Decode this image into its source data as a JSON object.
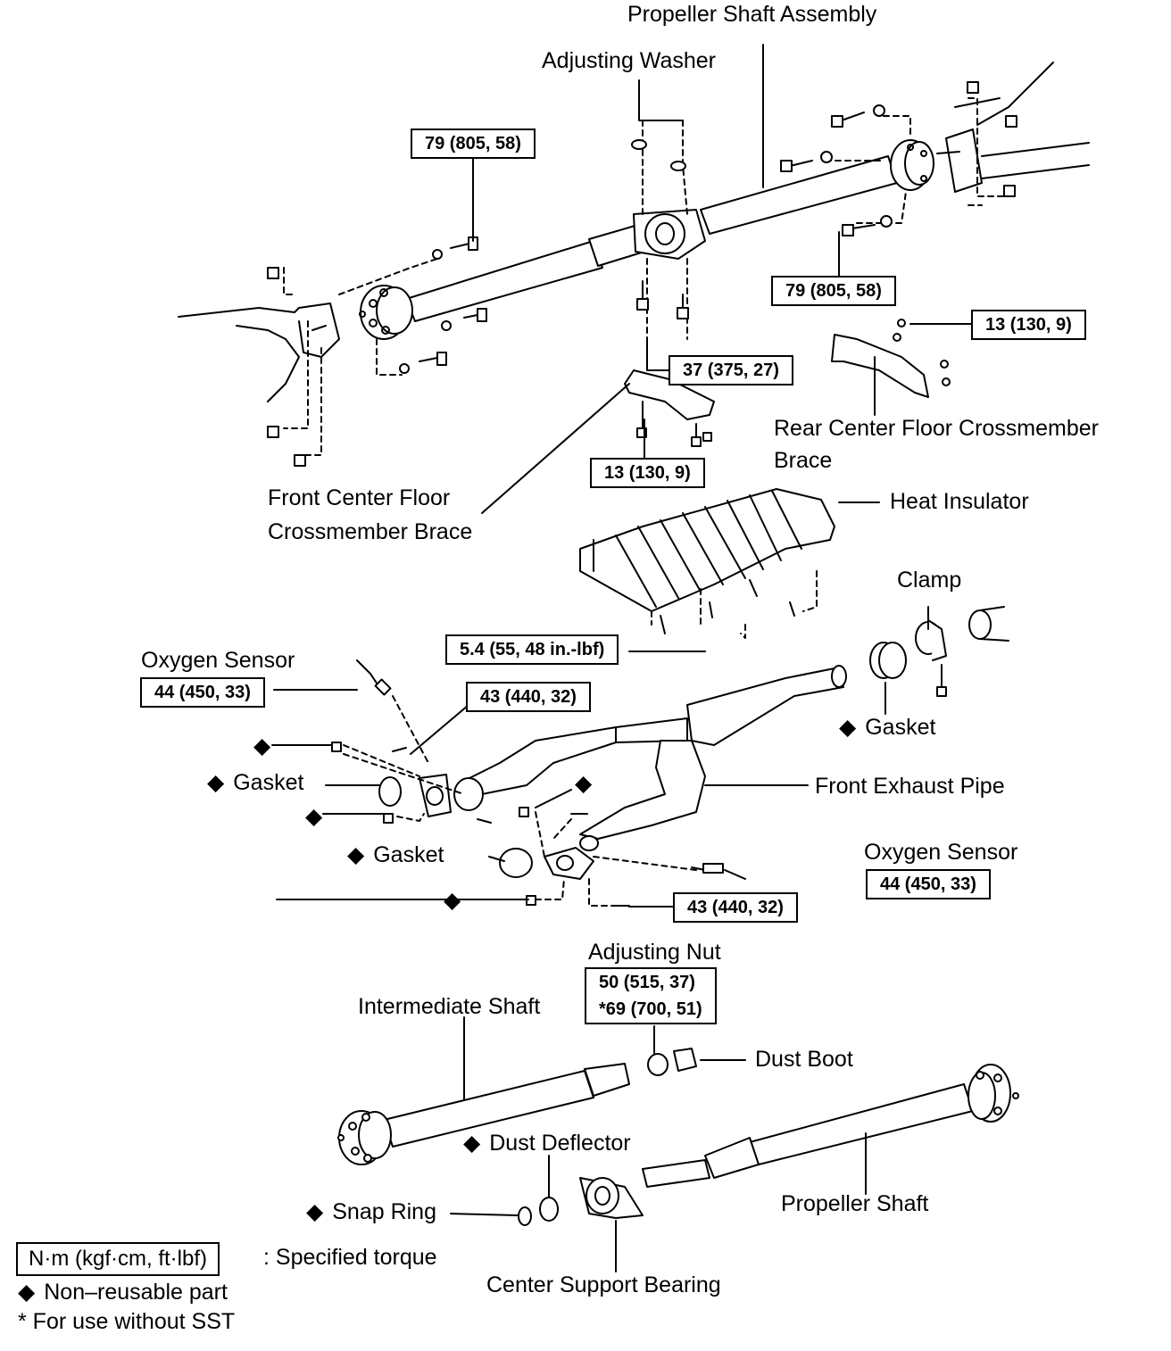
{
  "labels": {
    "propeller_shaft_assembly": "Propeller Shaft Assembly",
    "adjusting_washer": "Adjusting Washer",
    "rear_center_floor_crossmember_brace_1": "Rear Center Floor Crossmember",
    "rear_center_floor_crossmember_brace_2": "Brace",
    "front_center_floor_crossmember_brace_1": "Front Center Floor",
    "front_center_floor_crossmember_brace_2": "Crossmember Brace",
    "heat_insulator": "Heat Insulator",
    "clamp": "Clamp",
    "oxygen_sensor_front": "Oxygen Sensor",
    "oxygen_sensor_rear": "Oxygen Sensor",
    "gasket_right": "Gasket",
    "gasket_left_upper": "Gasket",
    "gasket_left_lower": "Gasket",
    "front_exhaust_pipe": "Front Exhaust Pipe",
    "adjusting_nut": "Adjusting Nut",
    "intermediate_shaft": "Intermediate Shaft",
    "dust_boot": "Dust Boot",
    "dust_deflector": "Dust Deflector",
    "snap_ring": "Snap Ring",
    "propeller_shaft": "Propeller Shaft",
    "center_support_bearing": "Center Support Bearing"
  },
  "torques": {
    "flange_front": "79 (805, 58)",
    "flange_rear": "79 (805, 58)",
    "center_bearing_bolts": "37 (375, 27)",
    "rear_brace": "13 (130, 9)",
    "front_brace": "13 (130, 9)",
    "heat_insulator": "5.4 (55, 48 in.-lbf)",
    "oxygen_sensor_front": "44 (450, 33)",
    "oxygen_sensor_rear": "44 (450, 33)",
    "exhaust_nut_upper": "43 (440, 32)",
    "exhaust_nut_lower": "43 (440, 32)",
    "adjusting_nut_1": "50 (515, 37)",
    "adjusting_nut_2": "*69 (700, 51)"
  },
  "symbols": {
    "non_reusable": "◆"
  },
  "legend": {
    "torque_unit_box": "N·m (kgf·cm, ft·lbf)",
    "torque_unit_desc": ": Specified torque",
    "non_reusable": "Non–reusable part",
    "sst_note": "* For use without SST"
  }
}
